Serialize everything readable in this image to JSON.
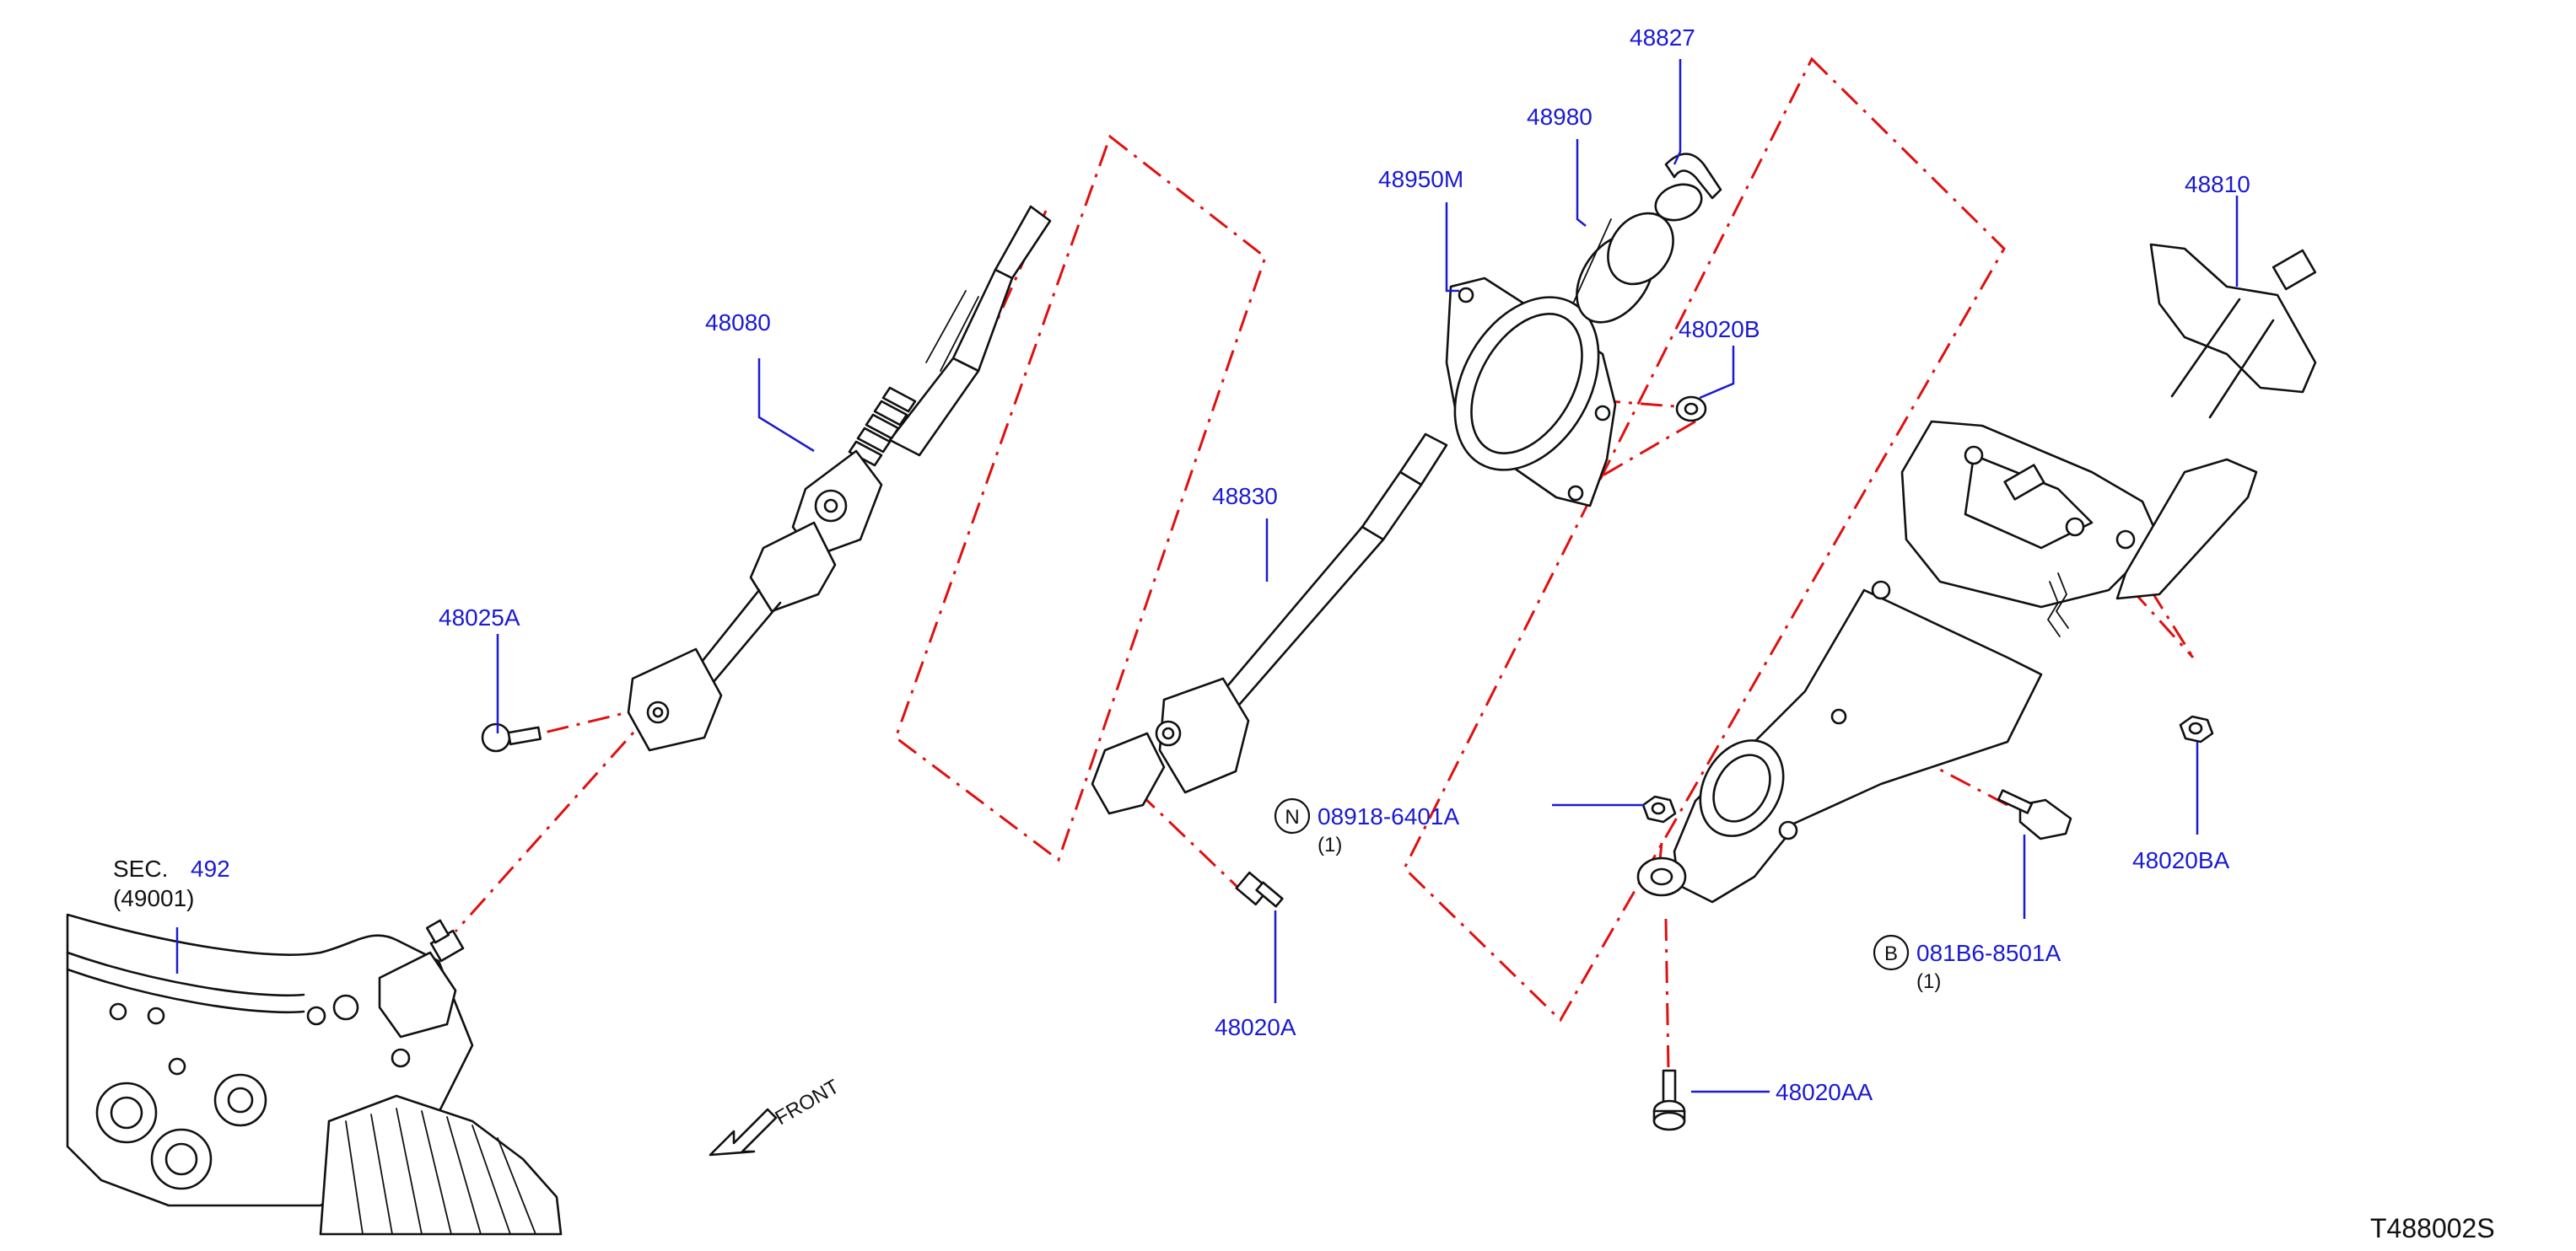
{
  "diagram": {
    "labels": {
      "p48827": "48827",
      "p48980": "48980",
      "p48950m": "48950M",
      "p48810": "48810",
      "p48080": "48080",
      "p48020b": "48020B",
      "p48830": "48830",
      "p48025a": "48025A",
      "p08918": "08918-6401A",
      "p08918_qty": "(1)",
      "p48020ba": "48020BA",
      "sec_prefix": "SEC.",
      "sec_number": "492",
      "sec_sub": "(49001)",
      "p48020a": "48020A",
      "p081b6": "081B6-8501A",
      "p081b6_qty": "(1)",
      "p48020aa": "48020AA",
      "front": "FRONT",
      "ref_code": "T488002S"
    },
    "markers": {
      "n_letter": "N",
      "b_letter": "B"
    },
    "icons": {
      "front_arrow": "front-arrow-icon"
    },
    "colors": {
      "callout": "#1a1ad4",
      "dash_line": "#e01010",
      "outline": "#111111"
    }
  }
}
